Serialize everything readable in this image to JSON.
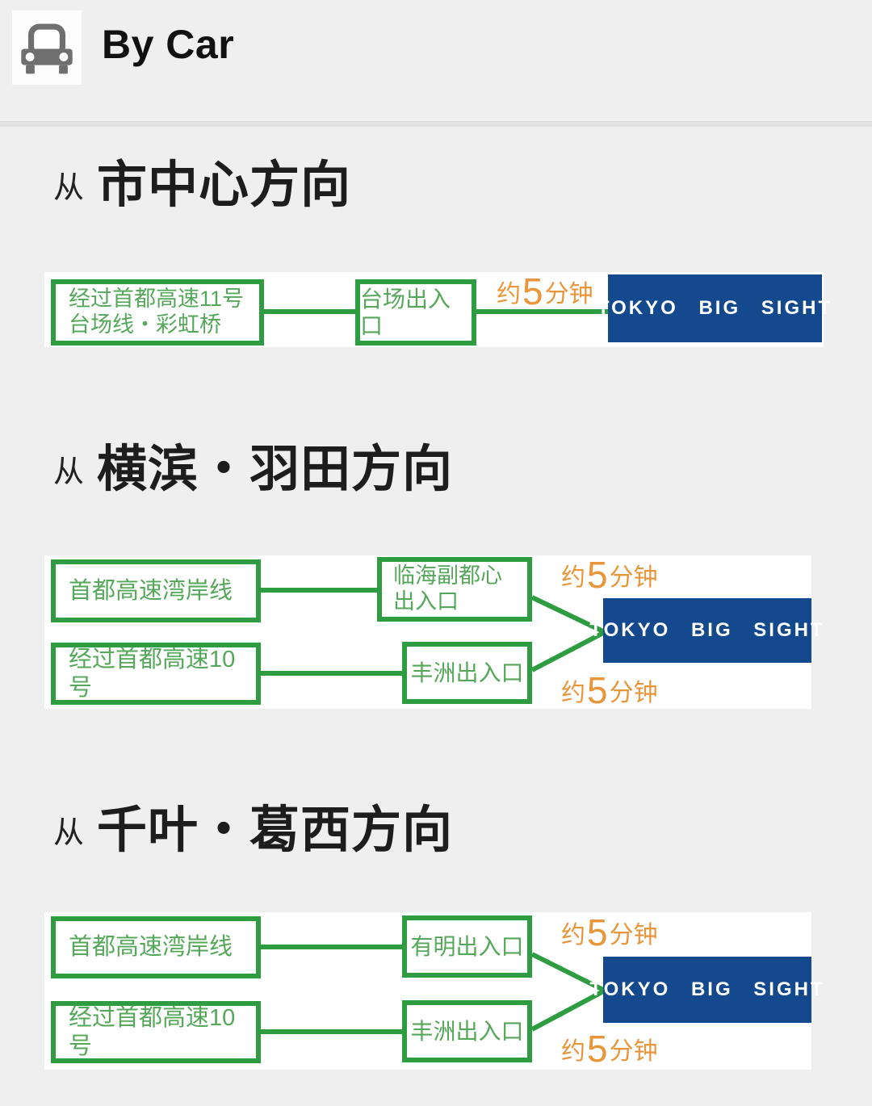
{
  "header": {
    "title": "By Car",
    "icon": "car-icon"
  },
  "colors": {
    "page_background": "#efefef",
    "green_border": "#2e9c40",
    "green_text": "#55a75a",
    "orange": "#e9953a",
    "blue": "#15498e"
  },
  "sections": [
    {
      "prefix": "从",
      "title": "市中心方向",
      "destination": "TOKYO BIG SIGHT",
      "rows": [
        {
          "start_lines": [
            "经过首都高速11号",
            "台场线・彩虹桥"
          ],
          "via": "台场出入口",
          "duration": {
            "pre": "约",
            "num": "5",
            "post": "分钟"
          }
        }
      ]
    },
    {
      "prefix": "从",
      "title": "横滨・羽田方向",
      "destination": "TOKYO BIG SIGHT",
      "rows": [
        {
          "start": "首都高速湾岸线",
          "via_lines": [
            "临海副都心",
            "出入口"
          ],
          "duration": {
            "pre": "约",
            "num": "5",
            "post": "分钟"
          }
        },
        {
          "start": "经过首都高速10号",
          "via": "丰洲出入口",
          "duration": {
            "pre": "约",
            "num": "5",
            "post": "分钟"
          }
        }
      ]
    },
    {
      "prefix": "从",
      "title": "千叶・葛西方向",
      "destination": "TOKYO BIG SIGHT",
      "rows": [
        {
          "start": "首都高速湾岸线",
          "via": "有明出入口",
          "duration": {
            "pre": "约",
            "num": "5",
            "post": "分钟"
          }
        },
        {
          "start": "经过首都高速10号",
          "via": "丰洲出入口",
          "duration": {
            "pre": "约",
            "num": "5",
            "post": "分钟"
          }
        }
      ]
    }
  ]
}
